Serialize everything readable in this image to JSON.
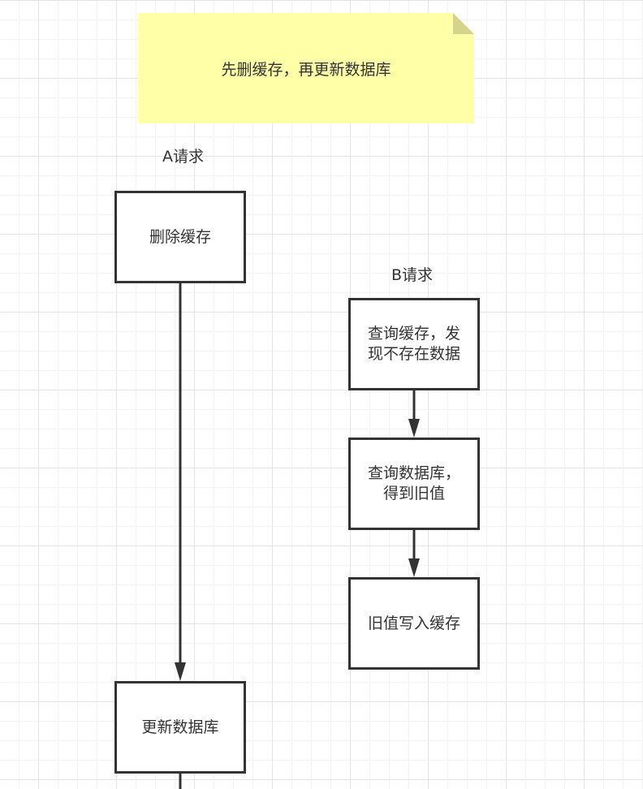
{
  "note": {
    "text": "先删缓存，再更新数据库"
  },
  "lanes": {
    "a": {
      "label": "A请求"
    },
    "b": {
      "label": "B请求"
    }
  },
  "boxes": {
    "delete_cache": "删除缓存",
    "update_db": "更新数据库",
    "query_cache": "查询缓存，发\n现不存在数据",
    "query_db": "查询数据库，\n得到旧值",
    "write_old": "旧值写入缓存"
  },
  "colors": {
    "note_fill": "#ffffa8",
    "stroke": "#333333",
    "text": "#333333"
  }
}
